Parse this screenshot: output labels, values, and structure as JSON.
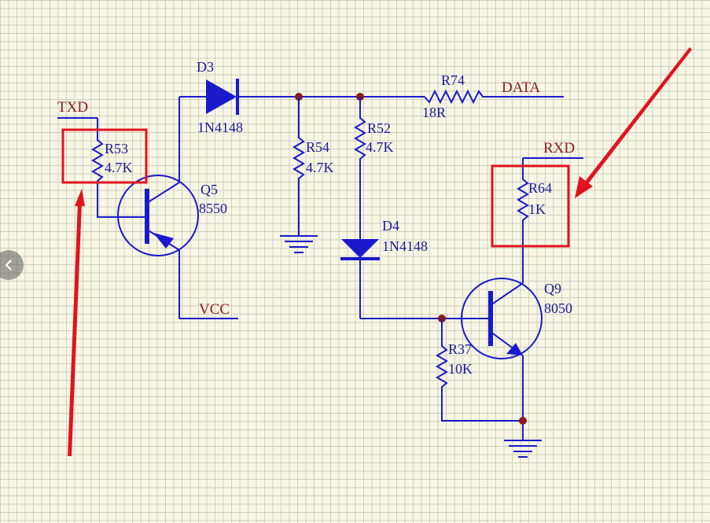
{
  "nets": {
    "txd": "TXD",
    "data": "DATA",
    "vcc": "VCC",
    "rxd": "RXD"
  },
  "components": {
    "d3": {
      "ref": "D3",
      "value": "1N4148"
    },
    "d4": {
      "ref": "D4",
      "value": "1N4148"
    },
    "r53": {
      "ref": "R53",
      "value": "4.7K"
    },
    "r54": {
      "ref": "R54",
      "value": "4.7K"
    },
    "r52": {
      "ref": "R52",
      "value": "4.7K"
    },
    "r74": {
      "ref": "R74",
      "value": "18R"
    },
    "r64": {
      "ref": "R64",
      "value": "1K"
    },
    "r37": {
      "ref": "R37",
      "value": "10K"
    },
    "q5": {
      "ref": "Q5",
      "value": "8550"
    },
    "q9": {
      "ref": "Q9",
      "value": "8050"
    }
  },
  "colors": {
    "wire": "#1a1acc",
    "net_label": "#8b1a1a",
    "highlight": "#e0141e",
    "grid": "#cfcfc0",
    "background": "#f8f6e4"
  },
  "icons": {
    "prev": "chevron-left-icon"
  }
}
